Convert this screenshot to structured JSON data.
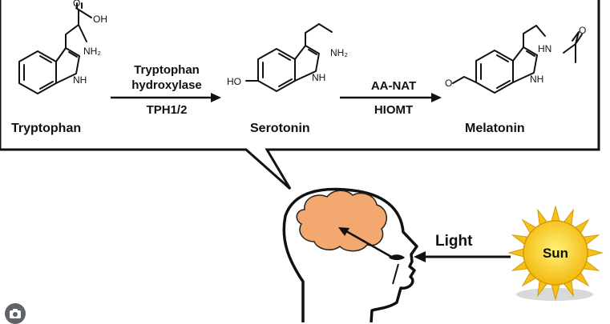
{
  "molecules": {
    "tryptophan": {
      "name": "Tryptophan",
      "atoms": {
        "oh": "OH",
        "o": "O",
        "nh2": "NH₂",
        "nh": "NH"
      }
    },
    "serotonin": {
      "name": "Serotonin",
      "atoms": {
        "ho": "HO",
        "nh2": "NH₂",
        "nh": "NH"
      }
    },
    "melatonin": {
      "name": "Melatonin",
      "atoms": {
        "o": "O",
        "hn": "HN",
        "o2": "O",
        "nh": "NH"
      }
    }
  },
  "reactions": {
    "step1": {
      "enzyme_line1": "Tryptophan",
      "enzyme_line2": "hydroxylase",
      "enzyme_line3": "TPH1/2"
    },
    "step2": {
      "enzyme_line1": "AA-NAT",
      "enzyme_line2": "HIOMT"
    }
  },
  "light_label": "Light",
  "sun_label": "Sun",
  "colors": {
    "brain": "#f2a86e",
    "sun": "#f6c21a",
    "sun_center": "#ffe259",
    "line": "#111111"
  },
  "icons": {
    "lens": "lens-camera-icon"
  }
}
